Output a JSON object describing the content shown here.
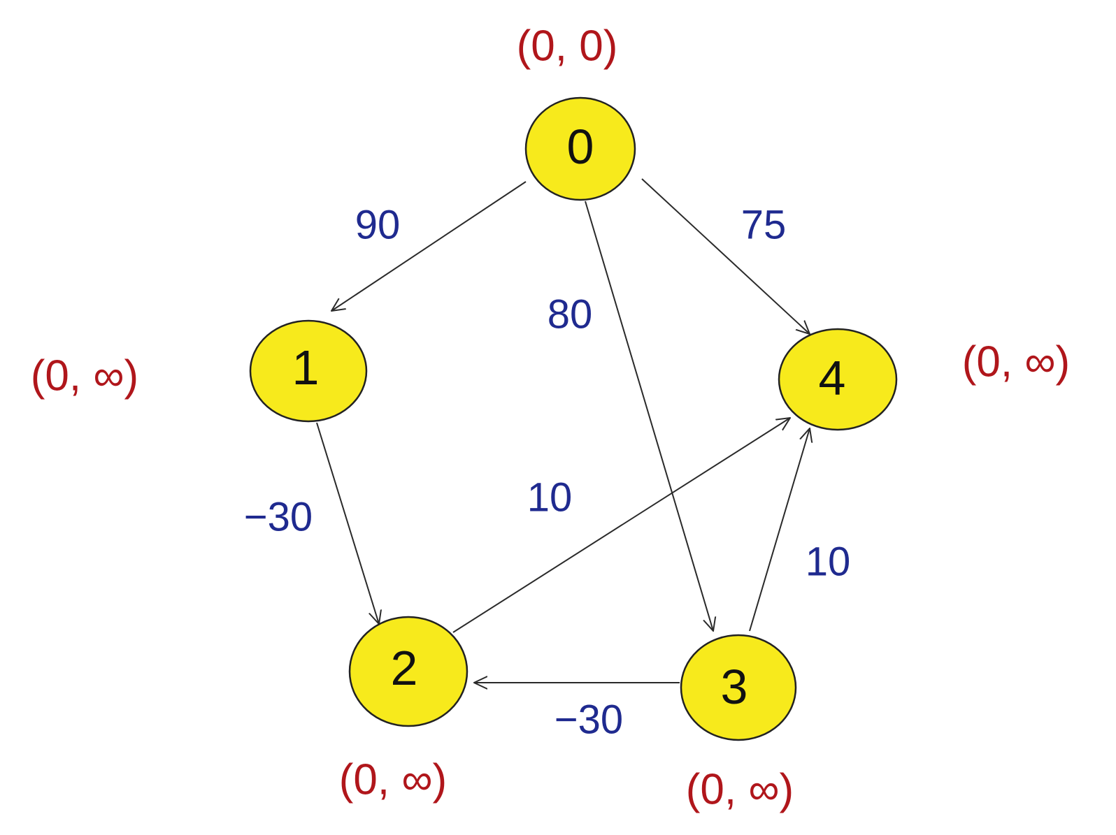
{
  "colors": {
    "node_fill": "#f7ea1c",
    "node_stroke": "#222222",
    "edge": "#2a2a2a",
    "weight_text": "#1f2a8f",
    "state_text": "#b0161b"
  },
  "graph": {
    "nodes": [
      {
        "id": "0",
        "label": "0",
        "state": "(0, 0)"
      },
      {
        "id": "1",
        "label": "1",
        "state": "(0, ∞)"
      },
      {
        "id": "2",
        "label": "2",
        "state": "(0, ∞)"
      },
      {
        "id": "3",
        "label": "3",
        "state": "(0, ∞)"
      },
      {
        "id": "4",
        "label": "4",
        "state": "(0, ∞)"
      }
    ],
    "edges": [
      {
        "from": "0",
        "to": "1",
        "weight": "90"
      },
      {
        "from": "0",
        "to": "4",
        "weight": "75"
      },
      {
        "from": "0",
        "to": "3",
        "weight": "80"
      },
      {
        "from": "1",
        "to": "2",
        "weight": "−30"
      },
      {
        "from": "2",
        "to": "4",
        "weight": "10"
      },
      {
        "from": "3",
        "to": "4",
        "weight": "10"
      },
      {
        "from": "3",
        "to": "2",
        "weight": "−30"
      }
    ]
  }
}
